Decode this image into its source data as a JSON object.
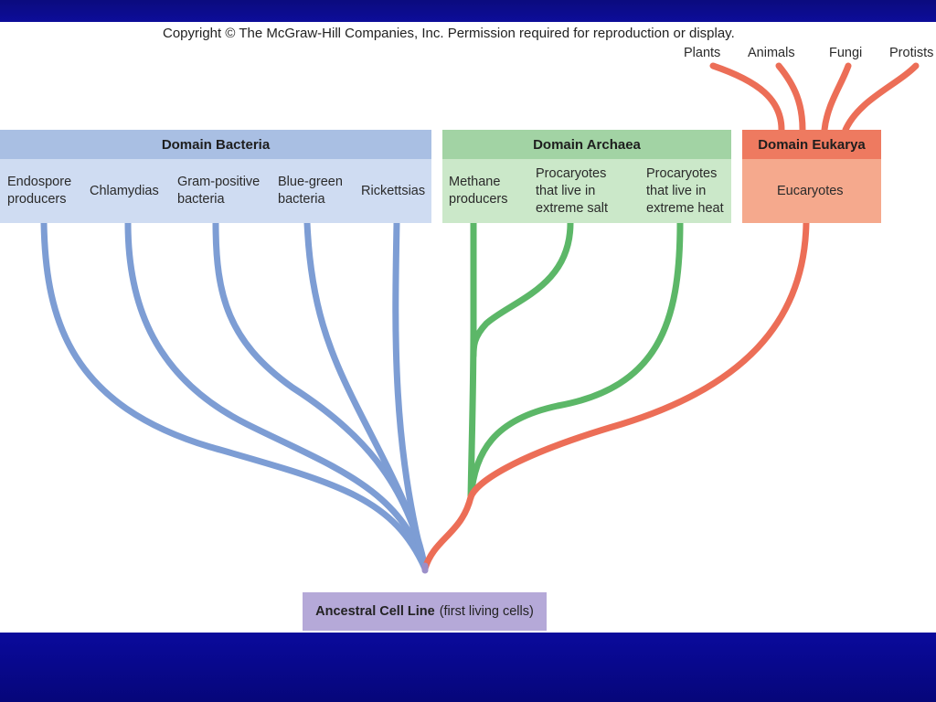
{
  "copyright": "Copyright © The McGraw-Hill Companies, Inc. Permission required for reproduction or display.",
  "colors": {
    "slide_background": "#0a0a8a",
    "bacteria_line": "#7d9dd4",
    "archaea_line": "#5cb768",
    "eukarya_line": "#ec6e57",
    "root_line": "#9b8fc9"
  },
  "domains": {
    "bacteria": {
      "title": "Domain Bacteria",
      "groups": [
        "Endospore\nproducers",
        "Chlamydias",
        "Gram-positive\nbacteria",
        "Blue-green\nbacteria",
        "Rickettsias"
      ]
    },
    "archaea": {
      "title": "Domain Archaea",
      "groups": [
        "Methane\nproducers",
        "Procaryotes\nthat live in\nextreme salt",
        "Procaryotes\nthat live in\nextreme heat"
      ]
    },
    "eukarya": {
      "title": "Domain Eukarya",
      "groups": [
        "Eucaryotes"
      ],
      "kingdoms": [
        "Plants",
        "Animals",
        "Fungi",
        "Protists"
      ]
    }
  },
  "ancestor": {
    "bold": "Ancestral Cell Line",
    "rest": "(first living cells)"
  }
}
